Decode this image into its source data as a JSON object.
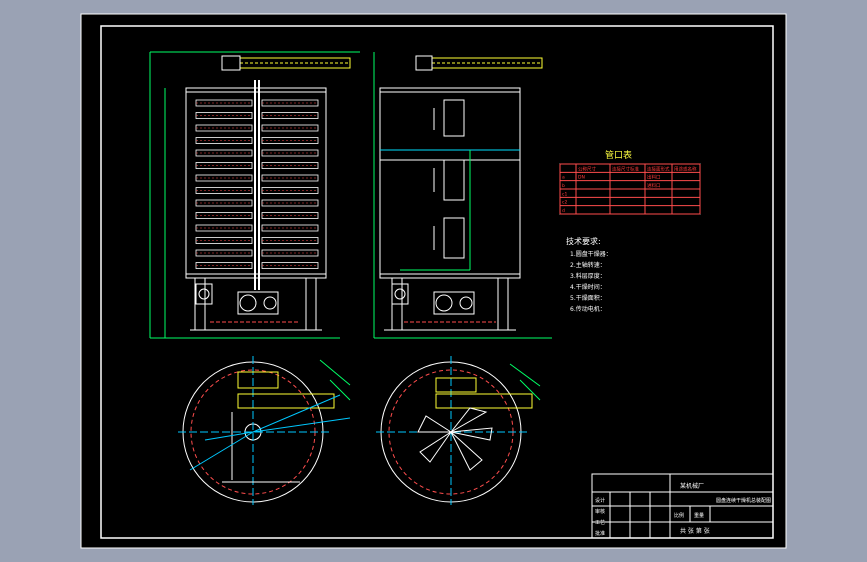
{
  "drawing": {
    "background": "#000000",
    "frame_color": "#ffffff",
    "line_colors": {
      "body": "#ffffff",
      "dimension": "#00ff66",
      "dashed": "#ff4d4d",
      "accent": "#ffff33",
      "center": "#00c8ff",
      "frame_cyan": "#00e0ff",
      "magenta": "#ff40ff"
    }
  },
  "nozzle_table": {
    "title": "管口表",
    "headers": [
      "公称尺寸",
      "连接尺寸标准",
      "连接面形式",
      "用途或名称"
    ],
    "rows": [
      [
        "a",
        "DN",
        "",
        "出料口"
      ],
      [
        "b",
        "",
        "",
        "进料口"
      ],
      [
        "c1",
        "",
        "",
        ""
      ],
      [
        "c2",
        "",
        "",
        ""
      ],
      [
        "d",
        "",
        "",
        ""
      ]
    ]
  },
  "tech_requirements": {
    "title": "技术要求:",
    "items": [
      "1.圆盘干燥器：",
      "2.主轴转速：",
      "3.料层厚度：",
      "4.干燥时间：",
      "5.干燥面积：",
      "6.传动电机："
    ]
  },
  "title_block": {
    "company": "某机械厂",
    "drawing_name": "圆盘连续干燥机总装配图",
    "labels": [
      "设计",
      "审核",
      "工艺",
      "批准"
    ],
    "scale_label": "比例",
    "weight_label": "重量",
    "sheet_label": "共 张 第 张"
  }
}
